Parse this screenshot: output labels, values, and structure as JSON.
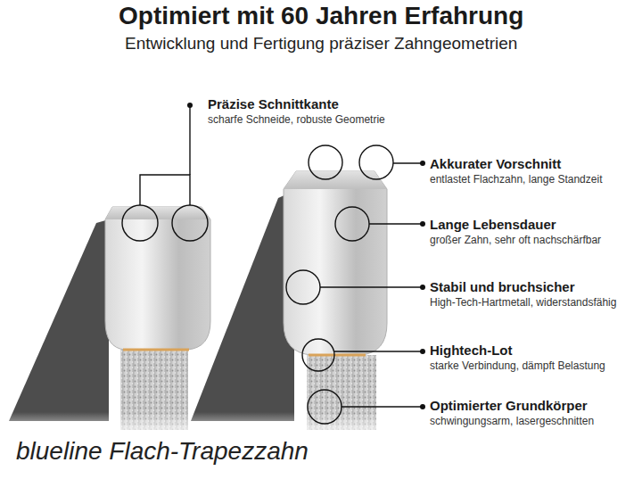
{
  "diagram": {
    "title": "Optimiert mit 60 Jahren Erfahrung",
    "caption": "blueline Flach-Trapezzahn",
    "labels": [
      "Entwicklung und Fertigung präziser Zahngeometrien",
      "Präzise Schnittkante",
      "scharfe Schneide, robuste Geometrie",
      "Akkurater Vorschnitt",
      "entlastet Flachzahn, lange Standzeit",
      "Lange Lebensdauer",
      "großer Zahn, sehr oft nachschärfbar",
      "Stabil und bruchsicher",
      "High-Tech-Hartmetall, widerstandsfähig",
      "Hightech-Lot",
      "starke Verbindung, dämpft Belastung",
      "Optimierter Grundkörper",
      "schwingungsarm, lasergeschnitten"
    ]
  }
}
